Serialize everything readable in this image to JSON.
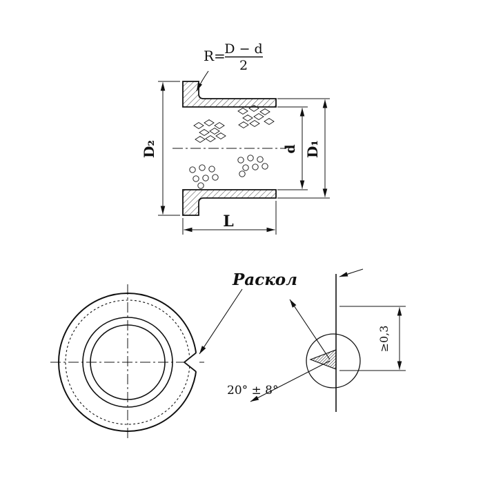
{
  "drawing": {
    "section_view": {
      "radius_formula": {
        "lhs": "R=",
        "numerator": "D − d",
        "denominator": "2"
      },
      "dimensions": {
        "flange_diameter": "D₂",
        "bore_diameter": "d",
        "body_diameter": "D₁",
        "length": "L"
      }
    },
    "front_view": {
      "split_callout": "Раскол"
    },
    "detail_view": {
      "angle": "20° ± 8°",
      "min_gap": "≥0,3"
    }
  }
}
